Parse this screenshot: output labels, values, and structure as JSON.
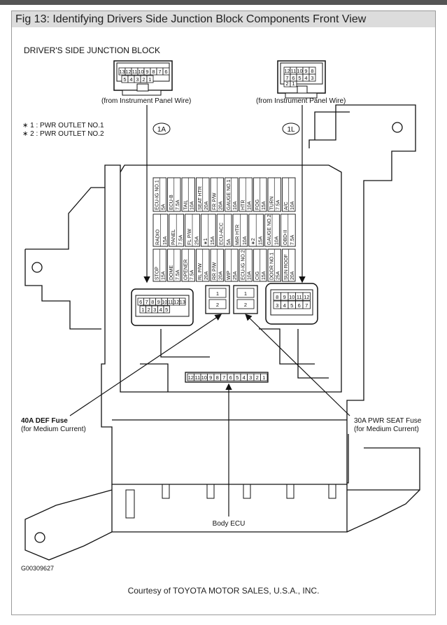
{
  "figure": {
    "title": "Fig 13: Identifying Drivers Side Junction Block Components Front View",
    "heading": "DRIVER'S SIDE JUNCTION BLOCK",
    "credit": "Courtesy of TOYOTA MOTOR SALES, U.S.A., INC.",
    "code": "G00309627"
  },
  "notes": {
    "note1": "∗ 1 : PWR OUTLET NO.1",
    "note2": "∗ 2 : PWR OUTLET NO.2"
  },
  "connectors": {
    "left_caption": "(from Instrument Panel Wire)",
    "right_caption": "(from Instrument Panel Wire)",
    "left_tag": "1A",
    "right_tag": "1L",
    "left_top_pins": [
      "13",
      "12",
      "11",
      "10",
      "9",
      "8",
      "7",
      "6"
    ],
    "left_bottom_pins": [
      "5",
      "4",
      "3",
      "2",
      "1"
    ],
    "right_top_pins": [
      "12",
      "11",
      "10",
      "9",
      "8"
    ],
    "right_bottom_pins": [
      "7",
      "6",
      "5",
      "4",
      "3"
    ],
    "right_extra_pins": [
      "2",
      "1"
    ],
    "block_left_top_pins": [
      "6",
      "7",
      "8",
      "9",
      "10",
      "11",
      "12",
      "13"
    ],
    "block_left_bottom_pins": [
      "1",
      "2",
      "3",
      "4",
      "5"
    ],
    "block_right_top_pins": [
      "8",
      "9",
      "10",
      "11",
      "12"
    ],
    "block_right_bottom_pins": [
      "3",
      "4",
      "5",
      "6",
      "7"
    ],
    "relay_left_pins": [
      "1",
      "2"
    ],
    "relay_right_pins": [
      "1",
      "2"
    ],
    "ecu_pins": [
      "12",
      "11",
      "10",
      "9",
      "8",
      "7",
      "6",
      "5",
      "4",
      "3",
      "2",
      "1"
    ]
  },
  "fuses": {
    "row1": [
      {
        "name": "ECU-IG NO.1",
        "amp": "5A"
      },
      {
        "name": "ECU-B",
        "amp": "7.5A"
      },
      {
        "name": "TAIL",
        "amp": "10A"
      },
      {
        "name": "SEAT HTR",
        "amp": "20A"
      },
      {
        "name": "FR P/W",
        "amp": "20A"
      },
      {
        "name": "GAUGE NO.1",
        "amp": "10A"
      },
      {
        "name": "HTR",
        "amp": "10A"
      },
      {
        "name": "FOG",
        "amp": "15A"
      },
      {
        "name": "TURN",
        "amp": "7.5A"
      },
      {
        "name": "A/C",
        "amp": "10A"
      }
    ],
    "row2": [
      {
        "name": "RADIO",
        "amp": "15A"
      },
      {
        "name": "PANEL",
        "amp": "7.5A"
      },
      {
        "name": "FL P/W",
        "amp": "25A"
      },
      {
        "name": "∗1",
        "amp": "15A"
      },
      {
        "name": "ECU-ACC",
        "amp": "5A"
      },
      {
        "name": "MIR HTR",
        "amp": "10A"
      },
      {
        "name": "∗2",
        "amp": "15A"
      },
      {
        "name": "GAUGE NO.2",
        "amp": "10A"
      },
      {
        "name": "OBD-II",
        "amp": "7.5A"
      }
    ],
    "row3": [
      {
        "name": "STOP",
        "amp": "15A"
      },
      {
        "name": "DOME",
        "amp": "7.5A"
      },
      {
        "name": "OPENER",
        "amp": "7.5A"
      },
      {
        "name": "RL P/W",
        "amp": "20A"
      },
      {
        "name": "RR P/W",
        "amp": "20A"
      },
      {
        "name": "WIP",
        "amp": "25A"
      },
      {
        "name": "ECU-IG NO.2",
        "amp": "10A"
      },
      {
        "name": "CIG",
        "amp": "15A"
      },
      {
        "name": "DOOR NO.1",
        "amp": "25A"
      },
      {
        "name": "SUN ROOF",
        "amp": "20A"
      }
    ]
  },
  "callouts": {
    "def_fuse": "40A DEF Fuse",
    "def_fuse_note": "(for Medium Current)",
    "seat_fuse": "30A PWR SEAT Fuse",
    "seat_fuse_note": "(for Medium Current)",
    "body_ecu": "Body ECU"
  }
}
